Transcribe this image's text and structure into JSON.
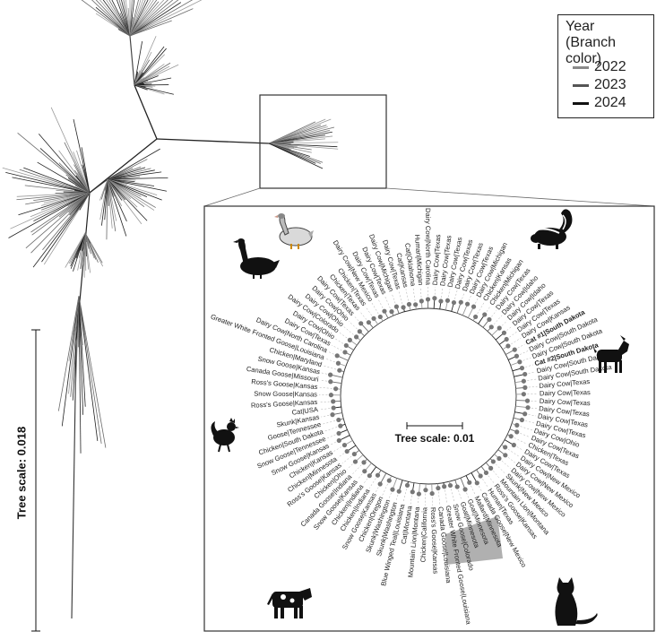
{
  "legend": {
    "title_line1": "Year",
    "title_line2": "(Branch color)",
    "items": [
      {
        "label": "2022",
        "color": "#8a8a8a"
      },
      {
        "label": "2023",
        "color": "#555555"
      },
      {
        "label": "2024",
        "color": "#111111"
      }
    ]
  },
  "main_tree": {
    "scale_label": "Tree scale: 0.018"
  },
  "inset_tree": {
    "scale_label": "Tree scale: 0.01",
    "leaves": [
      "Dairy Cow|North Carolina",
      "Dairy Cow|Texas",
      "Dairy Cow|Ohio",
      "Dairy Cow|Colorado",
      "Dairy Cow|Ohio",
      "Dairy Cow|Ohio",
      "Dairy Cow|Texas",
      "Chicken|Texas",
      "Chicken|Texas",
      "Dairy Cow|New Mexico",
      "Dairy Cow|Texas",
      "Dairy Cow|Texas",
      "Dairy Cow|Michigan",
      "Dairy Cow|Texas",
      "Cat|Kansas",
      "Cat|Oklahoma",
      "Human|Michigan",
      "Dairy Cow|North Carolina",
      "Dairy Cow|Texas",
      "Dairy Cow|Texas",
      "Dairy Cow|Texas",
      "Dairy Cow|Texas",
      "Dairy Cow|Texas",
      "Dairy Cow|Texas",
      "Dairy Cow|Michigan",
      "Chicken|Kansas",
      "Chicken|Michigan",
      "Dairy Cow|Texas",
      "Dairy Cow|Idaho",
      "Dairy Cow|Idaho",
      "Dairy Cow|Texas",
      "Dairy Cow|Texas",
      "Dairy Cow|Kansas",
      "Cat #1|South Dakota",
      "Dairy Cow|South Dakota",
      "Dairy Cow|South Dakota",
      "Cat #2|South Dakota",
      "Dairy Cow|South Dakota",
      "Dairy Cow|South Dakota",
      "Dairy Cow|Texas",
      "Dairy Cow|Texas",
      "Dairy Cow|Texas",
      "Dairy Cow|Texas",
      "Dairy Cow|Texas",
      "Dairy Cow|Texas",
      "Dairy Cow|Ohio",
      "Dairy Cow|Texas",
      "Chicken|Texas",
      "Dairy Cow|Texas",
      "Dairy Cow|New Mexico",
      "Dairy Cow|New Mexico",
      "Dairy Cow|New Mexico",
      "Skunk|New Mexico",
      "Mountain Lion|Montana",
      "Ross's Goose|Kansas",
      "Human|Texas",
      "Canada Goose|New Mexico",
      "Mallard|Minnesota",
      "Goat|Minnesota",
      "Goat|Minnesota",
      "Snow Goose|Colorado",
      "Greater White Fronted Goose|Louisiana",
      "Canada Goose|Louisiana",
      "Ross's Goose|Kansas",
      "Chicken|California",
      "Mountain Lion|Montana",
      "Cat|Montana",
      "Blue Winged Teal|Louisiana",
      "Skunk|Washington",
      "Skunk|Washington",
      "Chicken|Oregon",
      "Snow Goose|Kansas",
      "Chicken|Indiana",
      "Chicken|Indiana",
      "Snow Goose|Kansas",
      "Canada Goose|Indiana",
      "Chicken|Ohio",
      "Ross's Goose|Kansas",
      "Chicken|Minnesota",
      "Chicken|Kansas",
      "Snow Goose|Kansas",
      "Snow Goose|Tennessee",
      "Chicken|South Dakota",
      "Goose|Tennessee",
      "Skunk|Kansas",
      "Cat|USA",
      "Ross's Goose|Kansas",
      "Snow Goose|Kansas",
      "Ross's Goose|Kansas",
      "Canada Goose|Missouri",
      "Snow Goose|Kansas",
      "Chicken|Maryland",
      "Greater White Fronted Goose|Louisiana"
    ],
    "bold_leaves": [
      "Cat #1|South Dakota",
      "Cat #2|South Dakota"
    ]
  },
  "icons": [
    "goose-icon",
    "duck-icon",
    "skunk-icon",
    "goat-icon",
    "rooster-icon",
    "cow-icon",
    "cat-icon"
  ]
}
